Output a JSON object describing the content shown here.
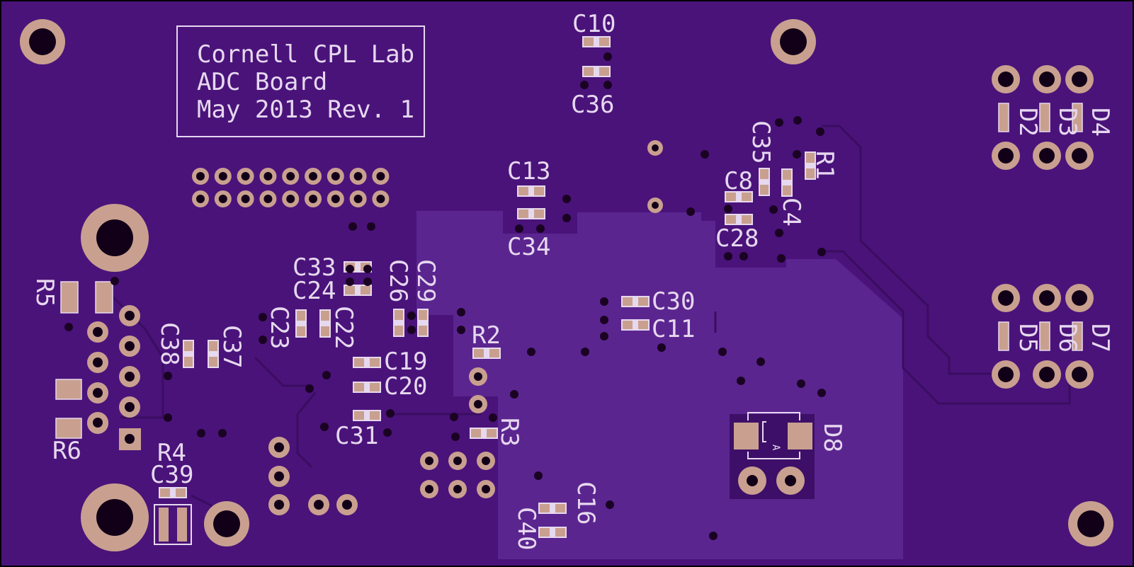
{
  "board": {
    "title_lines": [
      "Cornell CPL Lab",
      "ADC Board",
      "May 2013 Rev. 1"
    ],
    "colors": {
      "substrate": "#4a137a",
      "pour": "#5b2590",
      "silk": "#e6d8ef",
      "copper": "#c9a08f",
      "hole": "#120018",
      "via": "#1a0222"
    }
  },
  "labels": {
    "C10": "C10",
    "C36": "C36",
    "C13": "C13",
    "C34": "C34",
    "C35": "C35",
    "R1": "R1",
    "C8": "C8",
    "C4": "C4",
    "C28": "C28",
    "D2": "D2",
    "D3": "D3",
    "D4": "D4",
    "D5": "D5",
    "D6": "D6",
    "D7": "D7",
    "D8": "D8",
    "C33": "C33",
    "C24": "C24",
    "C26": "C26",
    "C29": "C29",
    "C23": "C23",
    "C22": "C22",
    "C30": "C30",
    "C11": "C11",
    "R5": "R5",
    "C38": "C38",
    "C37": "C37",
    "R2": "R2",
    "C19": "C19",
    "C20": "C20",
    "C31": "C31",
    "R3": "R3",
    "R6": "R6",
    "R4": "R4",
    "C39": "C39",
    "C16": "C16",
    "C40": "C40",
    "diode_A": "A"
  }
}
